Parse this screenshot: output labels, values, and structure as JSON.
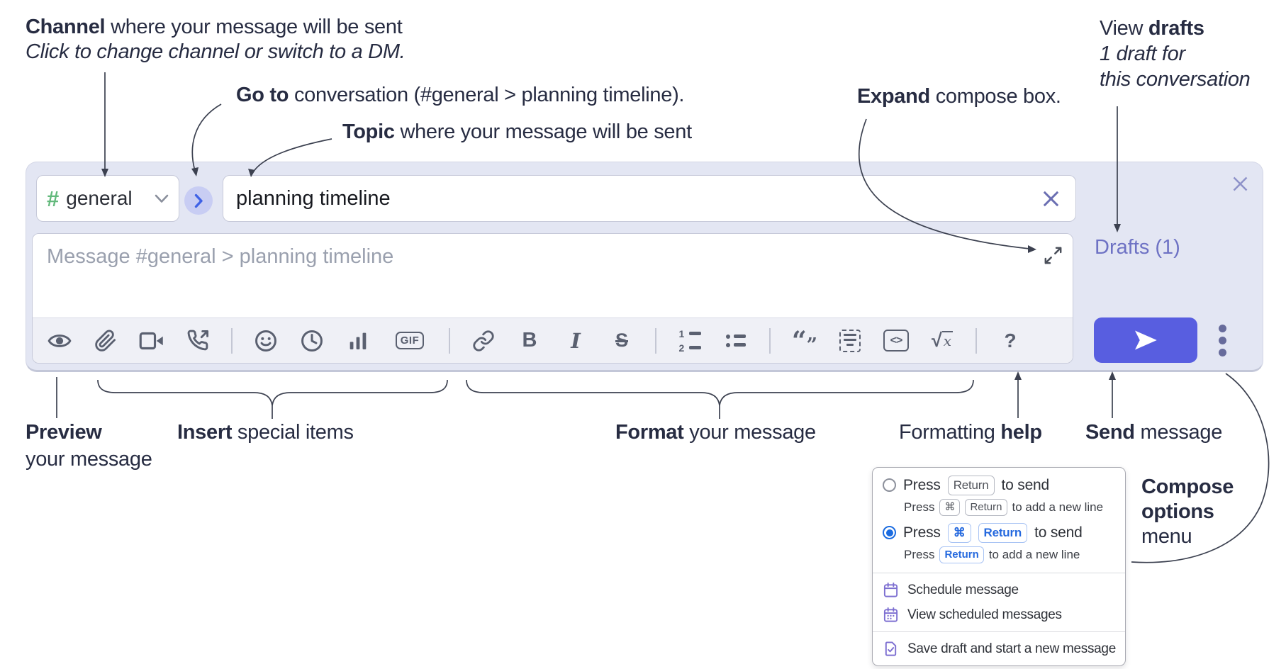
{
  "colors": {
    "accent": "#585ee0",
    "green": "#63b97c",
    "link-purple": "#6e72c4",
    "lavender": "#e3e6f3",
    "radio-blue": "#1a6be0",
    "kbd-blue": "#2569de",
    "menu-icon-purple": "#7d6fd1"
  },
  "annotations": {
    "channel": {
      "bold": "Channel",
      "rest": " where your message will be sent",
      "sub": "Click to change channel or switch to a DM."
    },
    "goto": {
      "bold": "Go to",
      "rest": " conversation (#general > planning timeline)."
    },
    "topic": {
      "bold": "Topic",
      "rest": " where your message will be sent"
    },
    "drafts": {
      "pre": "View ",
      "bold": "drafts",
      "line2": "1 draft for",
      "line3": "this conversation"
    },
    "expand": {
      "bold": "Expand",
      "rest": " compose box."
    },
    "preview": {
      "bold": "Preview",
      "line2": "your message"
    },
    "insert": {
      "bold": "Insert",
      "rest": " special items"
    },
    "format": {
      "bold": "Format",
      "rest": " your message"
    },
    "formatting_help": {
      "pre": "Formatting ",
      "bold": "help"
    },
    "send": {
      "bold": "Send",
      "rest": " message"
    },
    "compose_menu": {
      "line1": "Compose",
      "line2": "options",
      "line3": "menu"
    }
  },
  "compose": {
    "channel_selector": {
      "hash": "#",
      "name": "general"
    },
    "topic": {
      "value": "planning timeline"
    },
    "message": {
      "placeholder": "Message #general > planning timeline"
    },
    "drafts_link": "Drafts (1)",
    "toolbar": {
      "icons": [
        "preview",
        "attach-file",
        "video-call",
        "voice-call",
        "emoji",
        "time",
        "poll",
        "gif",
        "link",
        "bold",
        "italic",
        "strikethrough",
        "numbered-list",
        "bulleted-list",
        "quote",
        "spoiler",
        "code",
        "math",
        "help"
      ],
      "glyphs": {
        "gif": "GIF",
        "bold": "B",
        "italic": "I",
        "strike": "S",
        "ol1": "1",
        "ol2": "2",
        "code": "<>",
        "sqrt": "√",
        "x": "x",
        "qopen": "“",
        "qclose": "”",
        "help": "?"
      }
    }
  },
  "popup": {
    "option1": {
      "press": "Press",
      "key1": "Return",
      "post": "to send",
      "sub_press": "Press",
      "sub_key1": "⌘",
      "sub_key2": "Return",
      "sub_post": "to add a new line"
    },
    "option2": {
      "press": "Press",
      "key1": "⌘",
      "key2": "Return",
      "post": "to send",
      "sub_press": "Press",
      "sub_key1": "Return",
      "sub_post": "to add a new line"
    },
    "schedule": "Schedule message",
    "view_scheduled": "View scheduled messages",
    "save_draft": "Save draft and start a new message"
  }
}
